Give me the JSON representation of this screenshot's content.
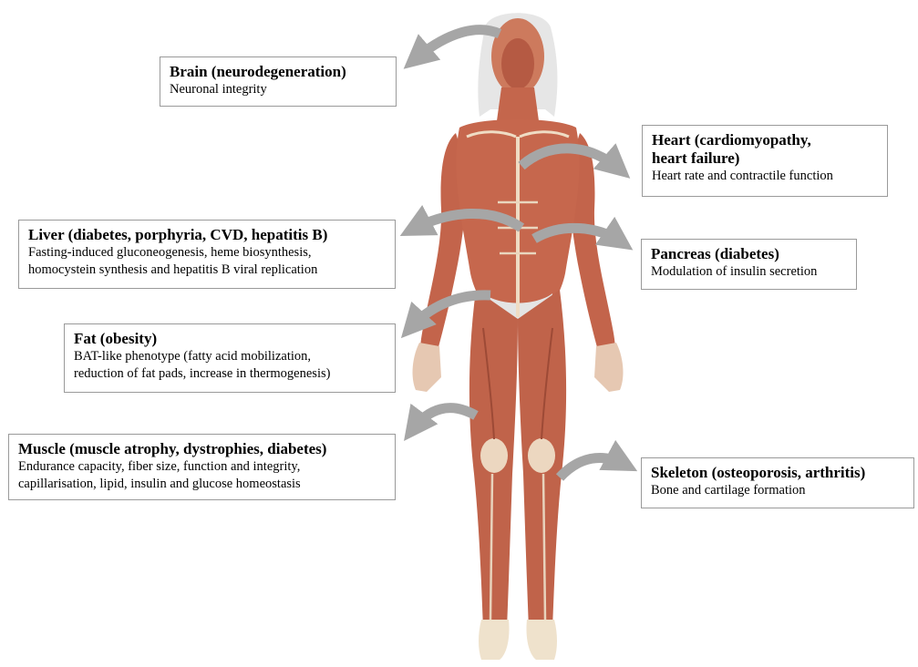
{
  "colors": {
    "skin": "#e2a486",
    "muscle": "#c0634a",
    "muscle_dark": "#8e3e2c",
    "tendon": "#f0e6d0",
    "silhouette": "#e4e4e4",
    "arrow": "#a6a6a6",
    "box_border": "#9a9a9a"
  },
  "labels": [
    {
      "key": "brain",
      "title": "Brain (neurodegeneration)",
      "description": "Neuronal integrity"
    },
    {
      "key": "heart",
      "title": "Heart (cardiomyopathy,\nheart failure)",
      "description": "Heart rate and contractile function"
    },
    {
      "key": "liver",
      "title": "Liver (diabetes, porphyria, CVD, hepatitis B)",
      "description": "Fasting-induced gluconeogenesis, heme biosynthesis,\nhomocystein synthesis and hepatitis B viral replication"
    },
    {
      "key": "pancreas",
      "title": "Pancreas (diabetes)",
      "description": "Modulation of insulin secretion"
    },
    {
      "key": "fat",
      "title": "Fat (obesity)",
      "description": "BAT-like phenotype (fatty acid mobilization,\nreduction of fat pads, increase in thermogenesis)"
    },
    {
      "key": "muscle",
      "title": "Muscle (muscle atrophy, dystrophies, diabetes)",
      "description": "Endurance capacity, fiber size, function and integrity,\ncapillarisation, lipid, insulin and glucose homeostasis"
    },
    {
      "key": "skeleton",
      "title": "Skeleton (osteoporosis, arthritis)",
      "description": "Bone and cartilage formation"
    }
  ]
}
